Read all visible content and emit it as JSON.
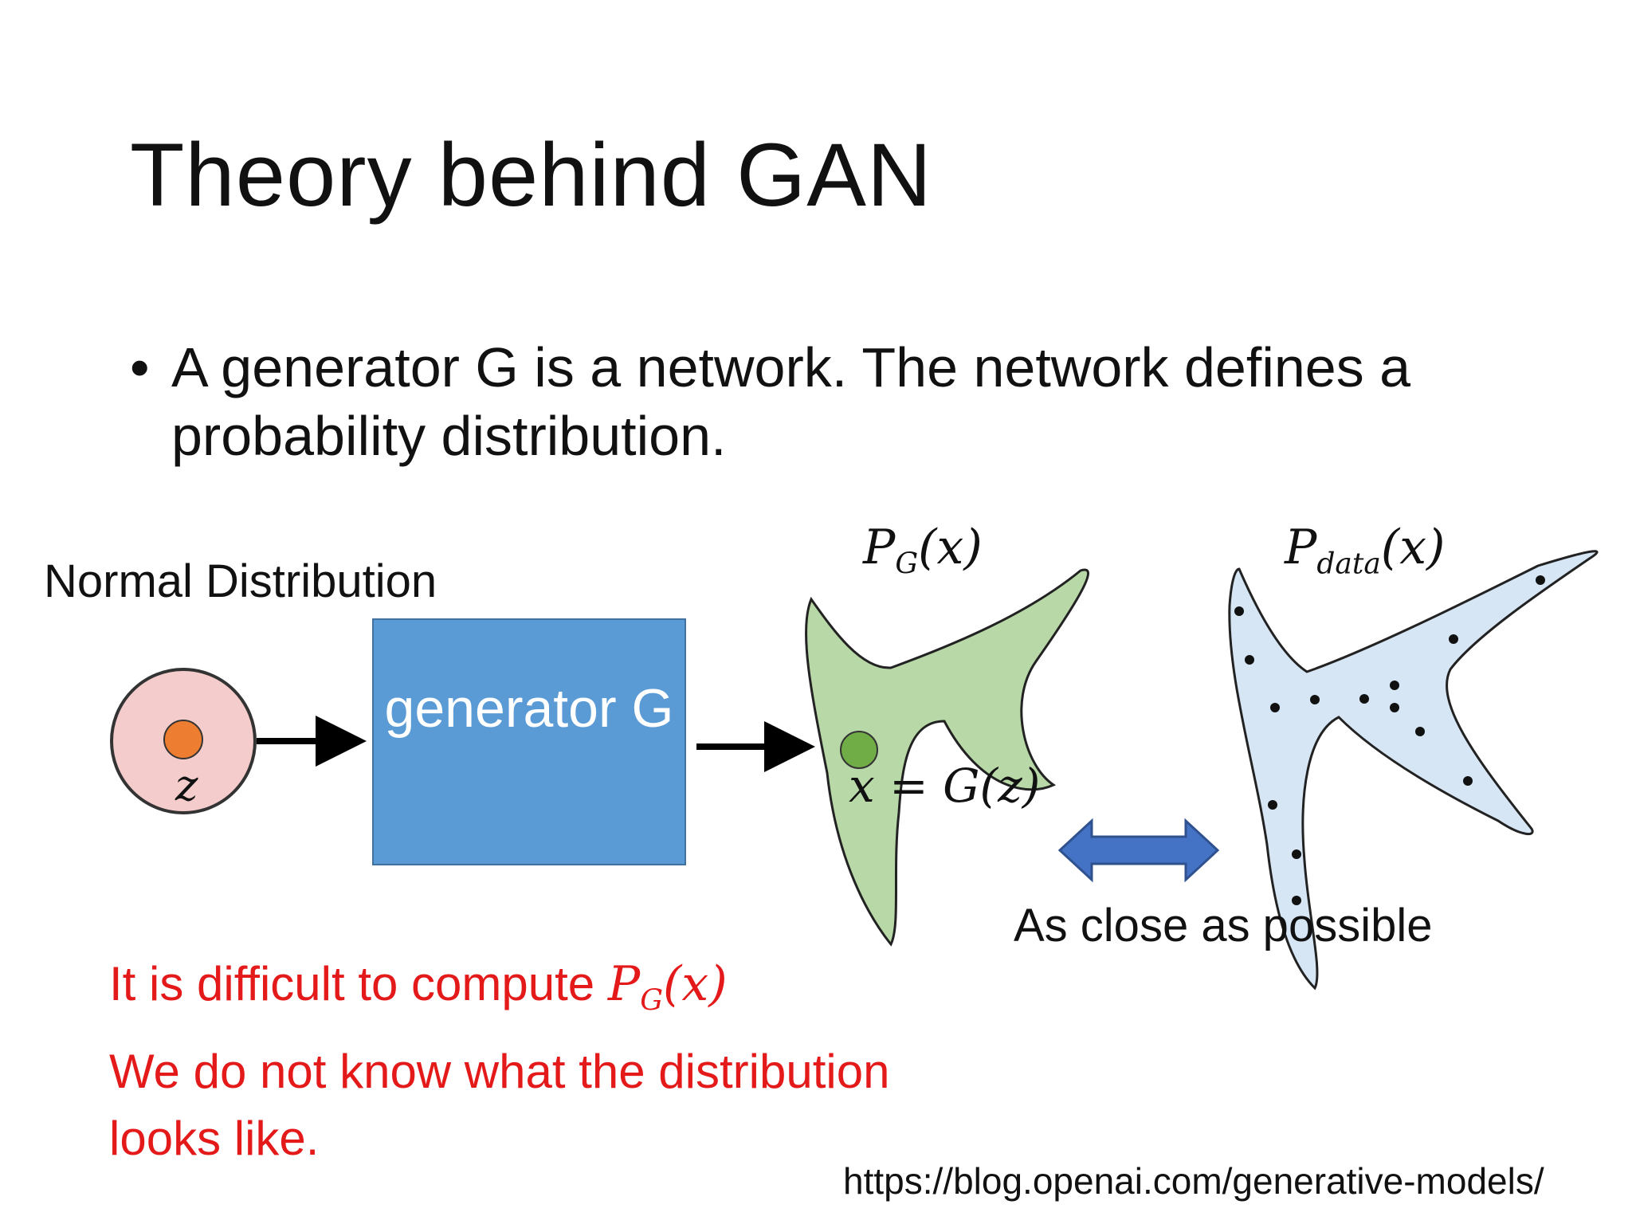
{
  "slide": {
    "title": "Theory behind GAN",
    "bullet": "A generator G is a network. The network defines a probability distribution.",
    "bullet_symbol": "•",
    "normal_label": "Normal Distribution",
    "z_label": "z",
    "generator_label": "generator G",
    "pg_symbol": {
      "base": "P",
      "sub": "G",
      "arg": "(x)"
    },
    "pdata_symbol": {
      "base": "P",
      "sub": "data",
      "arg": "(x)"
    },
    "x_eq_gz": "x = G(z)",
    "close_label": "As close as possible",
    "difficult_text": "It is difficult to compute ",
    "unknown_text": "We do not know what the distribution looks like.",
    "source_url": "https://blog.openai.com/generative-models/"
  },
  "colors": {
    "generator_box": "#5b9bd5",
    "normal_circle": "#f4cccc",
    "z_dot": "#ed7d31",
    "pg_shape": "#b8d8a8",
    "sample_dot": "#70ad47",
    "pdata_shape": "#d6e6f5",
    "double_arrow": "#4472c4",
    "warning_text": "#e41a1a"
  }
}
